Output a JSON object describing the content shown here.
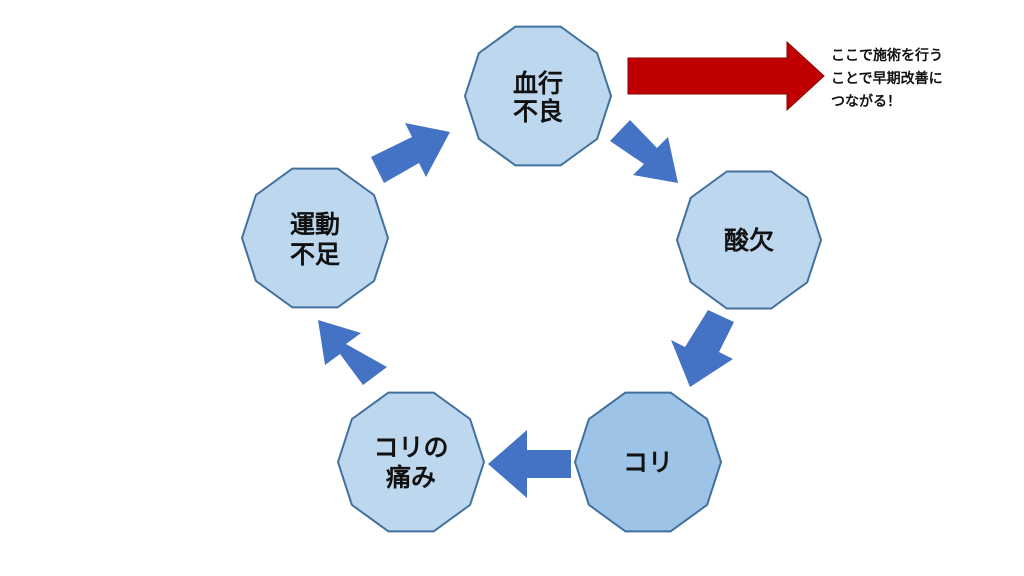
{
  "nodes": [
    {
      "id": "ketsuko-furyo",
      "lines": [
        "血行",
        "不良"
      ],
      "fill": "#bdd7ee"
    },
    {
      "id": "sanketsu",
      "lines": [
        "酸欠"
      ],
      "fill": "#bdd7ee"
    },
    {
      "id": "kori",
      "lines": [
        "コリ"
      ],
      "fill": "#9dc3e6"
    },
    {
      "id": "kori-no-itami",
      "lines": [
        "コリの",
        "痛み"
      ],
      "fill": "#bdd7ee"
    },
    {
      "id": "undo-busoku",
      "lines": [
        "運動",
        "不足"
      ],
      "fill": "#bdd7ee"
    }
  ],
  "callout": {
    "lines": [
      "ここで施術を行う",
      "ことで早期改善に",
      "つながる！"
    ]
  },
  "colors": {
    "node_stroke": "#41719c",
    "cycle_arrow": "#4472c4",
    "callout_arrow": "#c00000",
    "callout_arrow_stroke": "#8b0000"
  }
}
